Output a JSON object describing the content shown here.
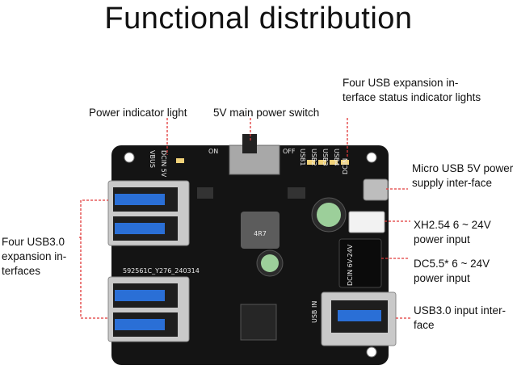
{
  "title": "Functional distribution",
  "labels": {
    "power_indicator": "Power indicator light",
    "main_switch": "5V main power switch",
    "usb_status": "Four USB expansion in-terface status indicator lights",
    "micro_usb": "Micro USB 5V power supply inter-face",
    "xh254": "XH2.54 6 ~ 24V power input",
    "dc55": "DC5.5* 6 ~ 24V power input",
    "usb3_input": "USB3.0 input inter-face",
    "four_usb3": "Four USB3.0 expansion in-terfaces"
  },
  "silkscreen": {
    "board_id": "592561C_Y276_240314",
    "on": "ON",
    "off": "OFF",
    "vbus": "VBUS",
    "dcin_5v": "DCIN 5V",
    "usb_in": "USB IN",
    "dcin_left": "DCIN",
    "dcin_24v": "DCIN 6V-24V",
    "usb1": "USB1",
    "usb2": "USB2",
    "usb3": "USB3",
    "usb4": "USB4",
    "inductor": "4R7"
  },
  "colors": {
    "pcb": "#111111",
    "leader_line": "#e03a3a",
    "usb_blue": "#2a6fd6"
  }
}
